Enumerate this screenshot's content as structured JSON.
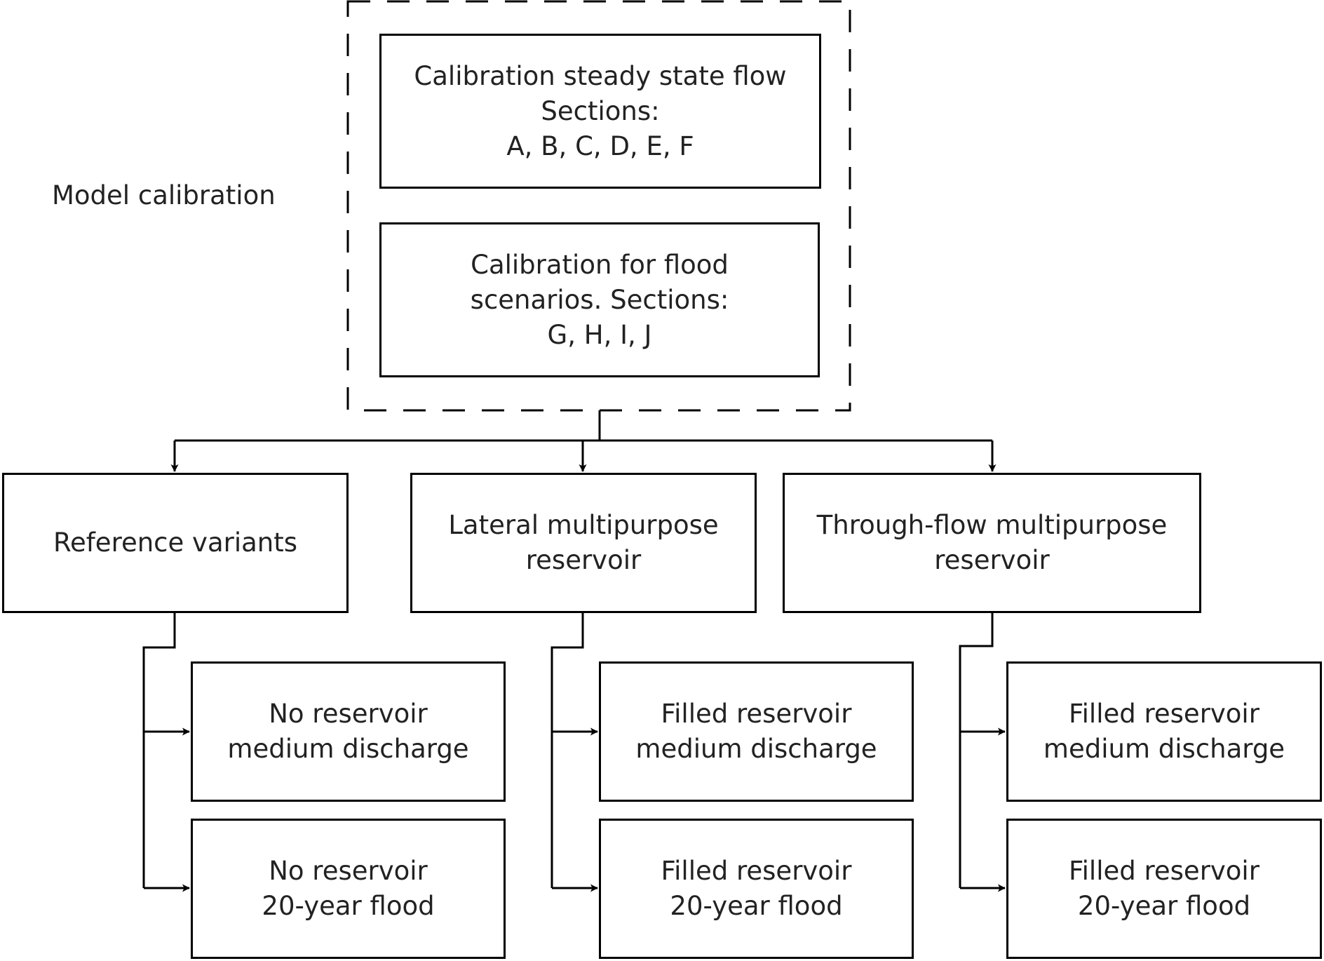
{
  "diagram": {
    "group_label": "Model calibration",
    "calibration": [
      {
        "id": "cal-steady",
        "text": "Calibration steady state flow\nSections:\nA, B, C, D, E, F"
      },
      {
        "id": "cal-flood",
        "text": "Calibration for flood\nscenarios. Sections:\nG, H, I, J"
      }
    ],
    "variants": [
      {
        "id": "reference",
        "text": "Reference variants",
        "children": [
          {
            "text": "No reservoir\nmedium discharge"
          },
          {
            "text": "No reservoir\n20-year flood"
          }
        ]
      },
      {
        "id": "lateral",
        "text": "Lateral multipurpose\nreservoir",
        "children": [
          {
            "text": "Filled reservoir\nmedium discharge"
          },
          {
            "text": "Filled reservoir\n20-year flood"
          }
        ]
      },
      {
        "id": "through-flow",
        "text": "Through-flow multipurpose\nreservoir",
        "children": [
          {
            "text": "Filled reservoir\nmedium discharge"
          },
          {
            "text": "Filled reservoir\n20-year flood"
          }
        ]
      }
    ]
  }
}
